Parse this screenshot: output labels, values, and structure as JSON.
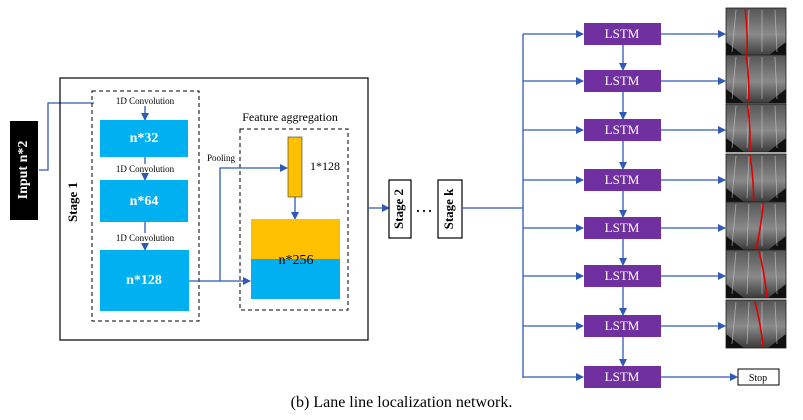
{
  "input": {
    "label": "Input n*2"
  },
  "stage1": {
    "label": "Stage 1",
    "conv_labels": [
      "1D Convolution",
      "1D Convolution",
      "1D Convolution"
    ],
    "blocks": [
      "n*32",
      "n*64",
      "n*128"
    ],
    "pooling_label": "Pooling",
    "aggregation": {
      "title": "Feature aggregation",
      "vector_label": "1*128",
      "merged_label": "n*256"
    }
  },
  "stages": {
    "stage2": "Stage 2",
    "ellipsis": "…",
    "stagek": "Stage k"
  },
  "lstm": {
    "label": "LSTM",
    "count": 8
  },
  "stop_label": "Stop",
  "caption": "(b) Lane line localization network.",
  "colors": {
    "block_blue": "#00b0f0",
    "block_orange": "#ffc000",
    "lstm_purple": "#7030a0",
    "arrow_blue": "#2f5bb7",
    "lane_red": "#e00000",
    "input_black": "#000000"
  }
}
